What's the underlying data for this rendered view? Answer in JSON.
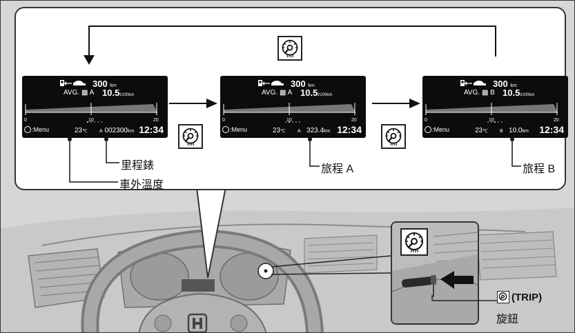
{
  "displays": [
    {
      "range": "300",
      "range_unit": "km",
      "avg_label": "AVG.",
      "avg_trip": "A",
      "fuel_eco": "10.5",
      "fuel_eco_unit": "l/100km",
      "scale": [
        "0",
        "10",
        "20"
      ],
      "menu": ":Menu",
      "temp": "23",
      "temp_unit": "℃",
      "trip_letter": "A",
      "trip_value": "002300",
      "trip_unit": "km",
      "time": "12:34",
      "dot_active": 0
    },
    {
      "range": "300",
      "range_unit": "km",
      "avg_label": "AVG.",
      "avg_trip": "A",
      "fuel_eco": "10.5",
      "fuel_eco_unit": "l/100km",
      "scale": [
        "0",
        "10",
        "20"
      ],
      "menu": ":Menu",
      "temp": "23",
      "temp_unit": "℃",
      "trip_letter": "A",
      "trip_value": "323.4",
      "trip_unit": "km",
      "time": "12:34",
      "dot_active": 1
    },
    {
      "range": "300",
      "range_unit": "km",
      "avg_label": "AVG.",
      "avg_trip": "B",
      "fuel_eco": "10.5",
      "fuel_eco_unit": "l/100km",
      "scale": [
        "0",
        "10",
        "20"
      ],
      "menu": ":Menu",
      "temp": "23",
      "temp_unit": "℃",
      "trip_letter": "B",
      "trip_value": "10.0",
      "trip_unit": "km",
      "time": "12:34",
      "dot_active": 2
    }
  ],
  "labels": {
    "odometer": "里程錶",
    "outside_temp": "車外溫度",
    "trip_a": "旅程 A",
    "trip_b": "旅程 B",
    "trip_knob": "(TRIP)",
    "knob": "旋鈕"
  },
  "icons": {
    "trip_knob_icon": "speedometer-dial-icon",
    "steering_logo": "honda-h-logo"
  },
  "colors": {
    "lcd_background": "#0c0c0c",
    "callout_background": "#ffffff",
    "arrow_color": "#111111",
    "pointer_arrow": "#111111"
  }
}
